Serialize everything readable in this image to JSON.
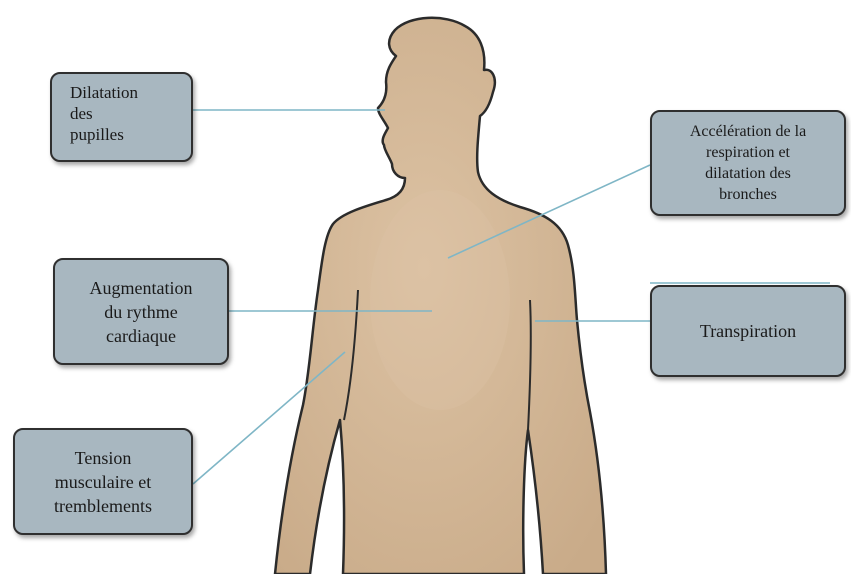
{
  "labels": {
    "pupils": "Dilatation\ndes\npupilles",
    "respiration": "Accélération de la\nrespiration et\ndilatation des\nbronches",
    "heart": "Augmentation\ndu rythme\ncardiaque",
    "sweat": "Transpiration",
    "tension": "Tension\nmusculaire et\ntremblements"
  },
  "colors": {
    "skin": "#cdb08f",
    "skin_highlight": "#ddc3a4",
    "outline": "#2b2b2b",
    "box_fill": "#a8b7c0",
    "connector": "#7fb6c6"
  }
}
